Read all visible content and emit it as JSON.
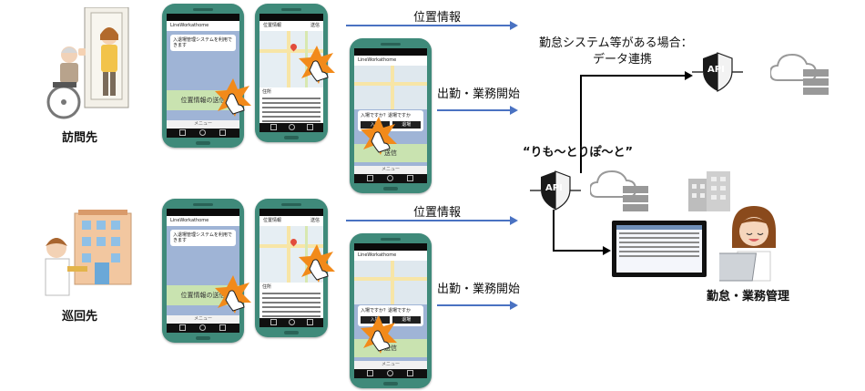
{
  "locations": {
    "visit": "訪問先",
    "patrol": "巡回先"
  },
  "arrows": {
    "location_info_top": "位置情報",
    "clock_in_top": "出勤・業務開始",
    "location_info_bottom": "位置情報",
    "clock_in_bottom": "出勤・業務開始"
  },
  "right": {
    "integration_line1": "勤怠システム等がある場合：",
    "integration_line2": "データ連携",
    "product_name": "“りも〜とりぽ〜と”",
    "management": "勤怠・業務管理",
    "api_label": "API"
  },
  "phone_a": {
    "app_title": "LineWorkathome",
    "message": "入退場管理システムを利用できます",
    "button": "位置情報の送信",
    "menu": "メニュー"
  },
  "phone_b": {
    "header": "位置情報",
    "header_right": "送信",
    "list_title": "住所"
  },
  "phone_c": {
    "app_title": "LineWorkathome",
    "question": "入場ですか？退場ですか",
    "btn_in": "入場",
    "btn_out": "退場",
    "send": "送信",
    "menu": "メニュー"
  },
  "colors": {
    "arrow": "#4a72c2",
    "phone": "#3f8a7a",
    "green_button": "#c9e3b0",
    "star": "#f28a1a"
  }
}
